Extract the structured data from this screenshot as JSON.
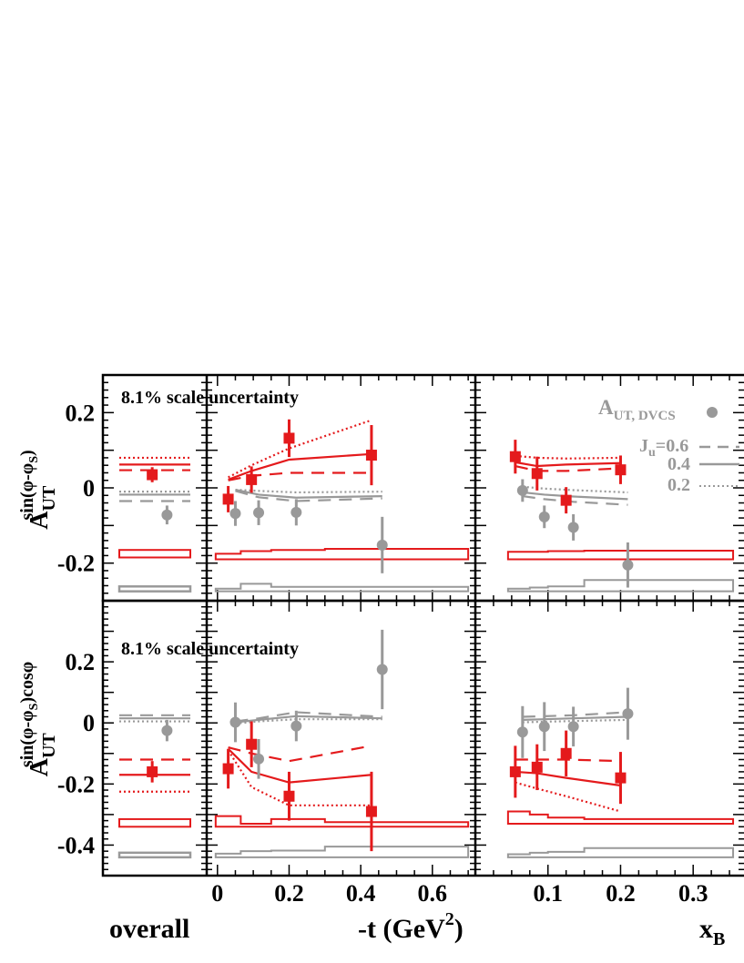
{
  "figure": {
    "y_label_top": {
      "main": "A",
      "sub": "UT",
      "sup": "sin(φ-φ",
      "sup_sub": "S",
      "sup_end": ")"
    },
    "y_label_bottom": {
      "main": "A",
      "sub": "UT",
      "sup": "sin(φ-φ",
      "sup_sub": "S",
      "sup_end": ")cosφ"
    },
    "x_labels": {
      "overall": "overall",
      "t": "-t (GeV",
      "t_sup": "2",
      "t_end": ")",
      "xb": "x",
      "xb_sub": "B"
    },
    "scale_note": "8.1% scale uncertainty",
    "legend": {
      "dvcs_main": "A",
      "dvcs_sub": "UT, DVCS",
      "ju_main": "J",
      "ju_sub": "u",
      "ju_first": "=0.6",
      "ju_second": "0.4",
      "ju_third": "0.2"
    },
    "colors": {
      "red": "#e41a1c",
      "gray": "#999999",
      "axis": "#000000"
    }
  },
  "chart_data": [
    {
      "type": "scatter",
      "panel": "top-overall",
      "ylim": [
        -0.3,
        0.3
      ],
      "yticks": [
        -0.2,
        0,
        0.2
      ],
      "series": [
        {
          "points": [
            {
              "x": 0.5,
              "y": 0.035,
              "err": 0.02
            }
          ]
        },
        {
          "points": [
            {
              "x": 0.65,
              "y": -0.072,
              "err": 0.025
            }
          ]
        }
      ],
      "hlines_red": {
        "dotted": 0.08,
        "solid": 0.062,
        "dashed": 0.047
      },
      "hlines_gray": {
        "dotted": -0.01,
        "solid": -0.018,
        "dashed": -0.035
      },
      "sys_red": [
        -0.185,
        -0.165
      ],
      "sys_gray": [
        -0.275,
        -0.262
      ]
    },
    {
      "type": "scatter",
      "panel": "top-t",
      "xlim": [
        -0.03,
        0.72
      ],
      "ylim": [
        -0.3,
        0.3
      ],
      "xticks": [
        0,
        0.2,
        0.4,
        0.6
      ],
      "series": [
        {
          "points": [
            {
              "x": 0.03,
              "y": -0.03,
              "err": 0.035
            },
            {
              "x": 0.095,
              "y": 0.022,
              "err": 0.035
            },
            {
              "x": 0.2,
              "y": 0.132,
              "err": 0.05
            },
            {
              "x": 0.43,
              "y": 0.087,
              "err": 0.08
            }
          ]
        },
        {
          "points": [
            {
              "x": 0.05,
              "y": -0.068,
              "err": 0.033
            },
            {
              "x": 0.115,
              "y": -0.066,
              "err": 0.033
            },
            {
              "x": 0.22,
              "y": -0.065,
              "err": 0.035
            },
            {
              "x": 0.46,
              "y": -0.152,
              "err": 0.075
            }
          ]
        }
      ],
      "model_red": {
        "x": [
          0.03,
          0.095,
          0.2,
          0.43
        ],
        "dotted": [
          0.028,
          0.06,
          0.105,
          0.18
        ],
        "solid": [
          0.022,
          0.045,
          0.075,
          0.09
        ],
        "dashed": [
          0.02,
          0.032,
          0.04,
          0.04
        ]
      },
      "model_gray": {
        "x": [
          0.05,
          0.115,
          0.22,
          0.46
        ],
        "dotted": [
          -0.005,
          -0.008,
          -0.012,
          -0.01
        ],
        "solid": [
          -0.005,
          -0.018,
          -0.026,
          -0.022
        ],
        "dashed": [
          -0.008,
          -0.025,
          -0.035,
          -0.028
        ]
      },
      "sys_red_bins": [
        {
          "x0": -0.005,
          "x1": 0.065,
          "lo": -0.19,
          "hi": -0.175
        },
        {
          "x0": 0.065,
          "x1": 0.15,
          "lo": -0.19,
          "hi": -0.168
        },
        {
          "x0": 0.15,
          "x1": 0.3,
          "lo": -0.19,
          "hi": -0.165
        },
        {
          "x0": 0.3,
          "x1": 0.7,
          "lo": -0.19,
          "hi": -0.162
        }
      ],
      "sys_gray_bins": [
        {
          "x0": -0.005,
          "x1": 0.065,
          "lo": -0.275,
          "hi": -0.268
        },
        {
          "x0": 0.065,
          "x1": 0.15,
          "lo": -0.275,
          "hi": -0.255
        },
        {
          "x0": 0.15,
          "x1": 0.3,
          "lo": -0.275,
          "hi": -0.263
        },
        {
          "x0": 0.3,
          "x1": 0.7,
          "lo": -0.275,
          "hi": -0.263
        }
      ]
    },
    {
      "type": "scatter",
      "panel": "top-xb",
      "xlim": [
        0.0,
        0.37
      ],
      "ylim": [
        -0.3,
        0.3
      ],
      "xticks": [
        0.1,
        0.2,
        0.3
      ],
      "series": [
        {
          "points": [
            {
              "x": 0.055,
              "y": 0.083,
              "err": 0.045
            },
            {
              "x": 0.085,
              "y": 0.038,
              "err": 0.045
            },
            {
              "x": 0.125,
              "y": -0.033,
              "err": 0.035
            },
            {
              "x": 0.2,
              "y": 0.048,
              "err": 0.038
            }
          ]
        },
        {
          "points": [
            {
              "x": 0.065,
              "y": -0.007,
              "err": 0.03
            },
            {
              "x": 0.095,
              "y": -0.077,
              "err": 0.03
            },
            {
              "x": 0.135,
              "y": -0.105,
              "err": 0.035
            },
            {
              "x": 0.21,
              "y": -0.205,
              "err": 0.06
            }
          ]
        }
      ],
      "model_red": {
        "x": [
          0.055,
          0.085,
          0.125,
          0.2
        ],
        "dotted": [
          0.085,
          0.08,
          0.078,
          0.08
        ],
        "solid": [
          0.068,
          0.058,
          0.062,
          0.066
        ],
        "dashed": [
          0.058,
          0.045,
          0.045,
          0.052
        ]
      },
      "model_gray": {
        "x": [
          0.065,
          0.095,
          0.135,
          0.21
        ],
        "dotted": [
          0.003,
          -0.002,
          -0.006,
          -0.012
        ],
        "solid": [
          -0.012,
          -0.018,
          -0.023,
          -0.03
        ],
        "dashed": [
          -0.022,
          -0.03,
          -0.037,
          -0.045
        ]
      },
      "sys_red_bins": [
        {
          "x0": 0.045,
          "x1": 0.075,
          "lo": -0.19,
          "hi": -0.17
        },
        {
          "x0": 0.075,
          "x1": 0.1,
          "lo": -0.19,
          "hi": -0.17
        },
        {
          "x0": 0.1,
          "x1": 0.15,
          "lo": -0.19,
          "hi": -0.168
        },
        {
          "x0": 0.15,
          "x1": 0.355,
          "lo": -0.19,
          "hi": -0.167
        }
      ],
      "sys_gray_bins": [
        {
          "x0": 0.045,
          "x1": 0.075,
          "lo": -0.275,
          "hi": -0.268
        },
        {
          "x0": 0.075,
          "x1": 0.1,
          "lo": -0.275,
          "hi": -0.265
        },
        {
          "x0": 0.1,
          "x1": 0.15,
          "lo": -0.275,
          "hi": -0.262
        },
        {
          "x0": 0.15,
          "x1": 0.355,
          "lo": -0.275,
          "hi": -0.245
        }
      ]
    },
    {
      "type": "scatter",
      "panel": "bottom-overall",
      "ylim": [
        -0.5,
        0.4
      ],
      "yticks": [
        -0.4,
        -0.2,
        0,
        0.2
      ],
      "series": [
        {
          "points": [
            {
              "x": 0.5,
              "y": -0.16,
              "err": 0.035
            }
          ]
        },
        {
          "points": [
            {
              "x": 0.65,
              "y": -0.025,
              "err": 0.035
            }
          ]
        }
      ],
      "hlines_red": {
        "dashed": -0.12,
        "solid": -0.17,
        "dotted": -0.225
      },
      "hlines_gray": {
        "dashed": 0.025,
        "solid": 0.015,
        "dotted": 0.005
      },
      "sys_red": [
        -0.34,
        -0.315
      ],
      "sys_gray": [
        -0.44,
        -0.425
      ]
    },
    {
      "type": "scatter",
      "panel": "bottom-t",
      "xlim": [
        -0.03,
        0.72
      ],
      "ylim": [
        -0.5,
        0.4
      ],
      "xticks": [
        0,
        0.2,
        0.4,
        0.6
      ],
      "series": [
        {
          "points": [
            {
              "x": 0.03,
              "y": -0.15,
              "err": 0.065
            },
            {
              "x": 0.095,
              "y": -0.07,
              "err": 0.075
            },
            {
              "x": 0.2,
              "y": -0.24,
              "err": 0.08
            },
            {
              "x": 0.43,
              "y": -0.29,
              "err": 0.13
            }
          ]
        },
        {
          "points": [
            {
              "x": 0.05,
              "y": 0.002,
              "err": 0.065
            },
            {
              "x": 0.115,
              "y": -0.118,
              "err": 0.065
            },
            {
              "x": 0.22,
              "y": -0.01,
              "err": 0.05
            },
            {
              "x": 0.46,
              "y": 0.175,
              "err": 0.13
            }
          ]
        }
      ],
      "model_red": {
        "x": [
          0.03,
          0.095,
          0.2,
          0.43
        ],
        "dashed": [
          -0.08,
          -0.1,
          -0.125,
          -0.075
        ],
        "solid": [
          -0.085,
          -0.16,
          -0.195,
          -0.17
        ],
        "dotted": [
          -0.09,
          -0.21,
          -0.27,
          -0.27
        ]
      },
      "model_gray": {
        "x": [
          0.05,
          0.115,
          0.22,
          0.46
        ],
        "dashed": [
          0.005,
          0.015,
          0.035,
          0.02
        ],
        "solid": [
          0.002,
          0.01,
          0.022,
          0.015
        ],
        "dotted": [
          -0.002,
          0.005,
          0.012,
          0.012
        ]
      },
      "sys_red_bins": [
        {
          "x0": -0.005,
          "x1": 0.065,
          "lo": -0.34,
          "hi": -0.305
        },
        {
          "x0": 0.065,
          "x1": 0.15,
          "lo": -0.34,
          "hi": -0.33
        },
        {
          "x0": 0.15,
          "x1": 0.3,
          "lo": -0.34,
          "hi": -0.315
        },
        {
          "x0": 0.3,
          "x1": 0.7,
          "lo": -0.34,
          "hi": -0.325
        }
      ],
      "sys_gray_bins": [
        {
          "x0": -0.005,
          "x1": 0.065,
          "lo": -0.44,
          "hi": -0.428
        },
        {
          "x0": 0.065,
          "x1": 0.15,
          "lo": -0.44,
          "hi": -0.42
        },
        {
          "x0": 0.15,
          "x1": 0.3,
          "lo": -0.44,
          "hi": -0.418
        },
        {
          "x0": 0.3,
          "x1": 0.7,
          "lo": -0.44,
          "hi": -0.405
        }
      ]
    },
    {
      "type": "scatter",
      "panel": "bottom-xb",
      "xlim": [
        0.0,
        0.37
      ],
      "ylim": [
        -0.5,
        0.4
      ],
      "xticks": [
        0.1,
        0.2,
        0.3
      ],
      "series": [
        {
          "points": [
            {
              "x": 0.055,
              "y": -0.16,
              "err": 0.085
            },
            {
              "x": 0.085,
              "y": -0.145,
              "err": 0.075
            },
            {
              "x": 0.125,
              "y": -0.1,
              "err": 0.075
            },
            {
              "x": 0.2,
              "y": -0.18,
              "err": 0.085
            }
          ]
        },
        {
          "points": [
            {
              "x": 0.065,
              "y": -0.03,
              "err": 0.085
            },
            {
              "x": 0.095,
              "y": -0.012,
              "err": 0.08
            },
            {
              "x": 0.135,
              "y": -0.012,
              "err": 0.065
            },
            {
              "x": 0.21,
              "y": 0.03,
              "err": 0.085
            }
          ]
        }
      ],
      "model_red": {
        "x": [
          0.055,
          0.085,
          0.125,
          0.2
        ],
        "dashed": [
          -0.12,
          -0.12,
          -0.12,
          -0.125
        ],
        "solid": [
          -0.16,
          -0.165,
          -0.18,
          -0.205
        ],
        "dotted": [
          -0.195,
          -0.215,
          -0.24,
          -0.29
        ]
      },
      "model_gray": {
        "x": [
          0.065,
          0.095,
          0.135,
          0.21
        ],
        "dashed": [
          0.02,
          0.022,
          0.025,
          0.035
        ],
        "solid": [
          0.01,
          0.012,
          0.015,
          0.02
        ],
        "dotted": [
          0.002,
          0.004,
          0.006,
          0.01
        ]
      },
      "sys_red_bins": [
        {
          "x0": 0.045,
          "x1": 0.075,
          "lo": -0.33,
          "hi": -0.29
        },
        {
          "x0": 0.075,
          "x1": 0.1,
          "lo": -0.33,
          "hi": -0.3
        },
        {
          "x0": 0.1,
          "x1": 0.15,
          "lo": -0.33,
          "hi": -0.31
        },
        {
          "x0": 0.15,
          "x1": 0.355,
          "lo": -0.33,
          "hi": -0.315
        }
      ],
      "sys_gray_bins": [
        {
          "x0": 0.045,
          "x1": 0.075,
          "lo": -0.44,
          "hi": -0.43
        },
        {
          "x0": 0.075,
          "x1": 0.1,
          "lo": -0.44,
          "hi": -0.425
        },
        {
          "x0": 0.1,
          "x1": 0.15,
          "lo": -0.44,
          "hi": -0.422
        },
        {
          "x0": 0.15,
          "x1": 0.355,
          "lo": -0.44,
          "hi": -0.41
        }
      ]
    }
  ]
}
